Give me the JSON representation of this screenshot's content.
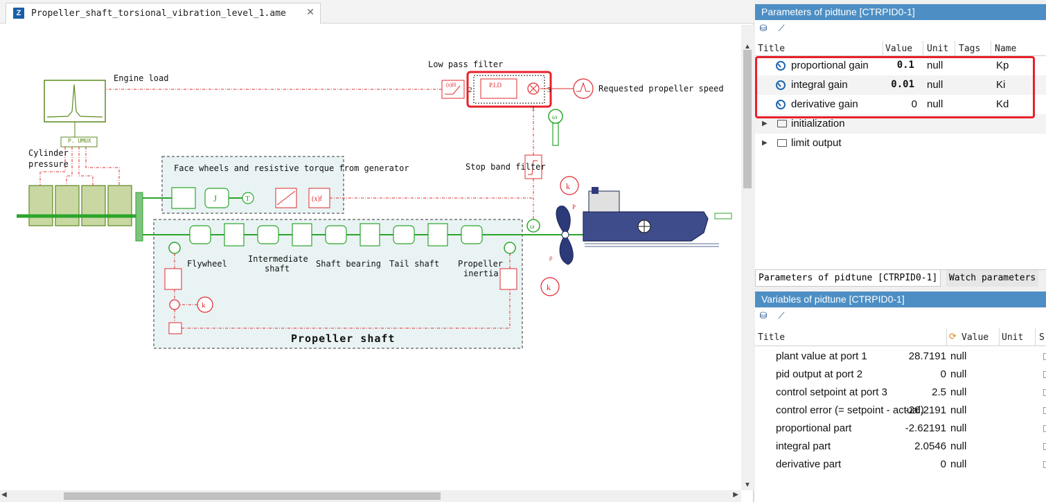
{
  "document": {
    "tab_title": "Propeller_shaft_torsional_vibration_level_1.ame",
    "close_glyph": "✕",
    "app_icon": "amesim-icon"
  },
  "diagram": {
    "labels": {
      "engine_load": "Engine load",
      "low_pass_filter": "Low pass filter",
      "requested_speed": "Requested propeller speed",
      "cylinder_pressure_1": "Cylinder",
      "cylinder_pressure_2": "pressure",
      "face_wheels": "Face wheels and resistive torque from generator",
      "stop_band_filter": "Stop band filter",
      "flywheel": "Flywheel",
      "intermediate_shaft_1": "Intermediate",
      "intermediate_shaft_2": "shaft",
      "shaft_bearing": "Shaft bearing",
      "tail_shaft": "Tail shaft",
      "propeller_inertia_1": "Propeller",
      "propeller_inertia_2": "inertia",
      "propeller_shaft": "Propeller shaft",
      "pid_block": "P.I.D",
      "mux_block": "P. UMUX",
      "port_1": "1",
      "port_2": "2",
      "port_3": "3",
      "j_symbol": "J",
      "t_symbol": "T",
      "omega": "ω",
      "k_symbol": "k",
      "p_symbol": "P",
      "rho_symbol": "ρ",
      "lowpass_glyph": "(s)H",
      "xf_glyph": "(x)f"
    },
    "colors": {
      "signal": "#e0282e",
      "mechanical": "#2aa52a",
      "engine": "#5a8a1e",
      "ship_hull": "#2c3a7a",
      "selection": "#e8202a",
      "region_fill": "#e9f3f4"
    }
  },
  "params_panel": {
    "title": "Parameters of pidtune [CTRPID0-1]",
    "toolbar": [
      "chart-icon",
      "plot-icon"
    ],
    "headers": {
      "title": "Title",
      "value": "Value",
      "unit": "Unit",
      "tags": "Tags",
      "name": "Name"
    },
    "rows": [
      {
        "title": "proportional gain",
        "value": "0.1",
        "unit": "null",
        "name": "Kp"
      },
      {
        "title": "integral gain",
        "value": "0.01",
        "unit": "null",
        "name": "Ki"
      },
      {
        "title": "derivative gain",
        "value": "0",
        "unit": "null",
        "name": "Kd"
      }
    ],
    "groups": [
      {
        "label": "initialization"
      },
      {
        "label": "limit output"
      }
    ]
  },
  "panel_tabs": {
    "active": "Parameters of pidtune [CTRPID0-1]",
    "inactive": "Watch parameters"
  },
  "vars_panel": {
    "title": "Variables of pidtune [CTRPID0-1]",
    "headers": {
      "title": "Title",
      "value": "Value",
      "unit": "Unit",
      "s": "S"
    },
    "rows": [
      {
        "title": "plant value at port 1",
        "value": "28.7191",
        "unit": "null"
      },
      {
        "title": "pid output at port 2",
        "value": "0",
        "unit": "null"
      },
      {
        "title": "control setpoint at port 3",
        "value": "2.5",
        "unit": "null"
      },
      {
        "title": "control error (= setpoint - actual)",
        "value": "-26.2191",
        "unit": "null"
      },
      {
        "title": "proportional part",
        "value": "-2.62191",
        "unit": "null"
      },
      {
        "title": "integral part",
        "value": "2.0546",
        "unit": "null"
      },
      {
        "title": "derivative part",
        "value": "0",
        "unit": "null"
      }
    ]
  },
  "scrollbars": {
    "up": "▲",
    "down": "▼",
    "left": "◀",
    "right": "▶"
  }
}
